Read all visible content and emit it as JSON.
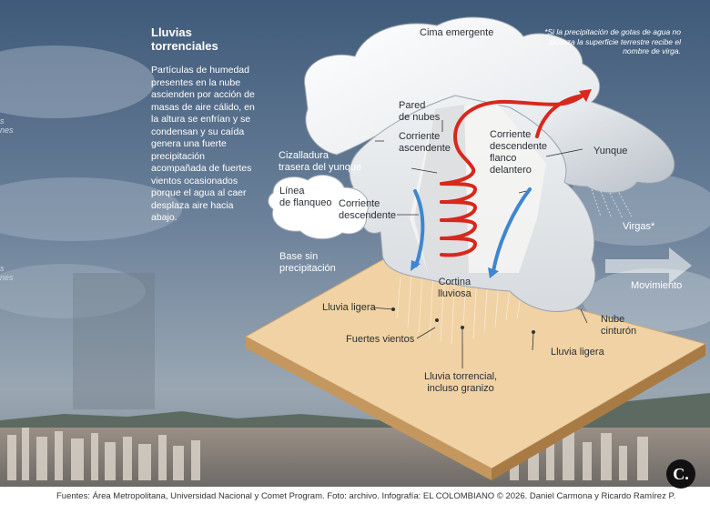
{
  "title": "Lluvias\ntorrenciales",
  "description": "Partículas de humedad presentes en la nube ascienden por acción de masas de aire cálido, en la altura se enfrían y se condensan y su caída genera una fuerte precipitación acompañada de fuertes vientos ocasionados porque el agua al caer desplaza aire hacia abajo.",
  "note": "*Si la precipitación de gotas de agua no alcanza la superficie terrestre recibe el nombre de virga.",
  "labels": {
    "cima_emergente": "Cima emergente",
    "pared_de_nubes": "Pared\nde nubes",
    "corriente_ascendente": "Corriente\nascendente",
    "corriente_descendente_flanco": "Corriente\ndescendente\nflanco\ndelantero",
    "yunque": "Yunque",
    "cizalladura": "Cizalladura\ntrasera del yunque",
    "linea_de_flanqueo": "Línea\nde flanqueo",
    "corriente_descendente": "Corriente\ndescendente",
    "base_sin_precipitacion": "Base sin\nprecipitación",
    "virgas": "Virgas*",
    "movimiento": "Movimiento",
    "cortina_lluviosa": "Cortina\nlluviosa",
    "lluvia_ligera_left": "Lluvia ligera",
    "fuertes_vientos": "Fuertes vientos",
    "nube_cinturon": "Nube\ncinturón",
    "lluvia_ligera_right": "Lluvia ligera",
    "lluvia_torrencial": "Lluvia torrencial,\nincluso granizo"
  },
  "edge_text": {
    "top": "s\nnes",
    "bottom": "s\nnes"
  },
  "footer": "Fuentes: Área Metropolitana, Universidad Nacional y Comet Program. Foto: archivo. Infografía: EL COLOMBIANO © 2026. Daniel Carmona y Ricardo Ramírez P.",
  "logo": "C.",
  "colors": {
    "updraft": "#d8281c",
    "downdraft": "#3f86cf",
    "ground": "#f0d2a4",
    "sky": "#5a7391"
  }
}
